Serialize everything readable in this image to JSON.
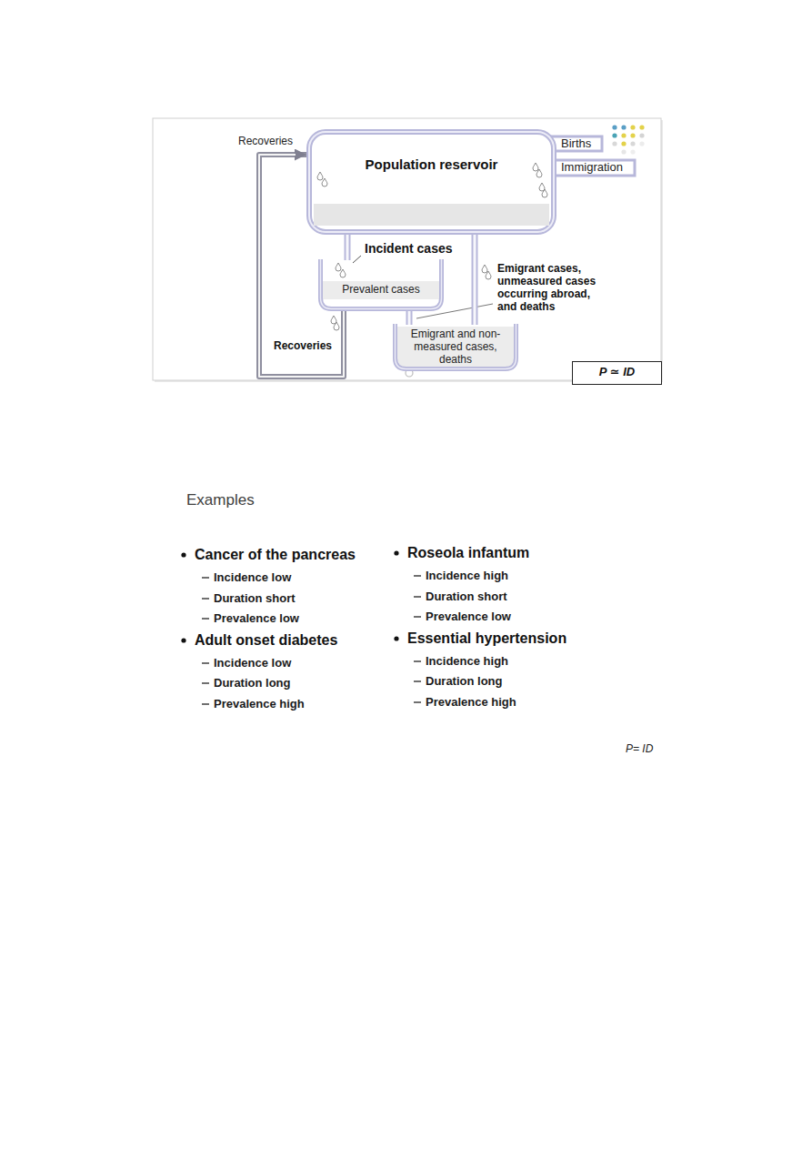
{
  "diagram": {
    "nodes": [
      {
        "text": [
          "Population reservoir"
        ]
      },
      {
        "text": [
          "Prevalent cases"
        ]
      },
      {
        "text": [
          "Emigrant and non-measured cases, deaths"
        ]
      },
      {
        "text": [
          "P ≃ ID"
        ]
      }
    ],
    "edges": [
      {
        "from": 0,
        "to": 1,
        "arrow": "none",
        "label": "Incident cases"
      },
      {
        "from": 0,
        "to": 2,
        "arrow": "none",
        "label": "Emigrant cases, unmeasured cases occurring abroad, and deaths"
      },
      {
        "from": 1,
        "to": 2,
        "arrow": "none"
      },
      {
        "from": 1,
        "to": 0,
        "arrow": "to",
        "label": "Recoveries"
      }
    ],
    "labels": [
      "Recoveries",
      "Births",
      "Immigration",
      "Examples",
      "Cancer of the pancreas",
      "Incidence low",
      "Duration short",
      "Prevalence low",
      "Adult onset diabetes",
      "Incidence low",
      "Duration long",
      "Prevalence high",
      "Roseola infantum",
      "Incidence high",
      "Duration short",
      "Prevalence low",
      "Essential hypertension",
      "Incidence high",
      "Duration long",
      "Prevalence high",
      "P= ID"
    ]
  }
}
